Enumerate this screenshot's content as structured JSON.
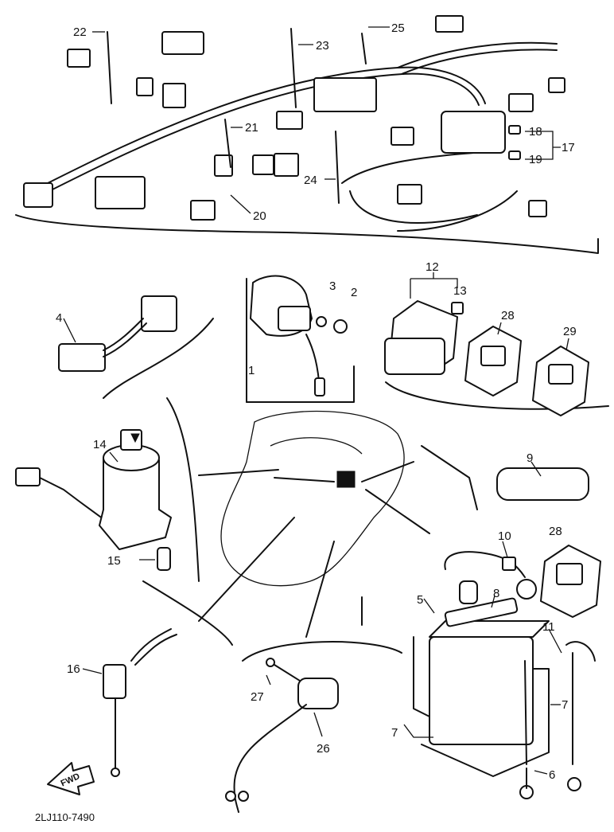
{
  "diagram": {
    "drawing_code": "2LJ110-7490",
    "direction_arrow": "FWD",
    "callouts": {
      "c1": "1",
      "c2": "2",
      "c3": "3",
      "c4": "4",
      "c5": "5",
      "c6": "6",
      "c7a": "7",
      "c7b": "7",
      "c8": "8",
      "c9": "9",
      "c10": "10",
      "c11": "11",
      "c12": "12",
      "c13": "13",
      "c14": "14",
      "c15": "15",
      "c16": "16",
      "c17": "17",
      "c18": "18",
      "c19": "19",
      "c20": "20",
      "c21": "21",
      "c22": "22",
      "c23": "23",
      "c24": "24",
      "c25": "25",
      "c26": "26",
      "c27": "27",
      "c28a": "28",
      "c28b": "28",
      "c29": "29"
    }
  }
}
